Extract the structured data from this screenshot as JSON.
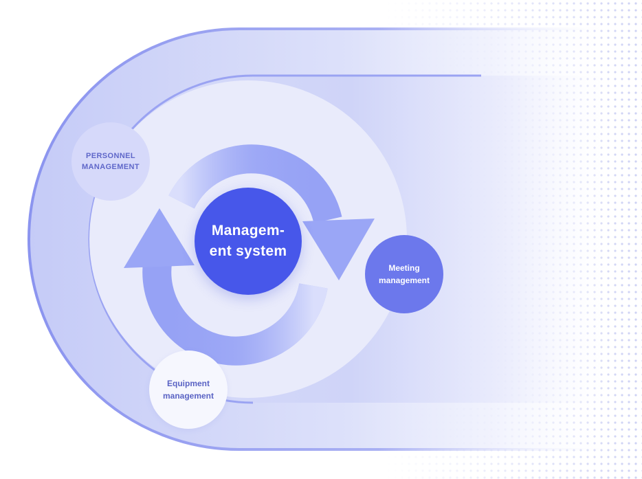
{
  "diagram": {
    "center": {
      "line1": "Managem-",
      "line2": "ent system"
    },
    "nodes": {
      "personnel": {
        "line1": "PERSONNEL",
        "line2": "MANAGEMENT"
      },
      "meeting": {
        "line1": "Meeting",
        "line2": "management"
      },
      "equipment": {
        "line1": "Equipment",
        "line2": "management"
      }
    }
  },
  "colors": {
    "center": "#4757ea",
    "meeting": "#6c78ec",
    "personnel": "#d6d9fa",
    "equipment": "#f6f7fe",
    "arrow": "#9aa6f6",
    "outer_band": "#8b94ef",
    "inner_ring": "#e9ebfb"
  }
}
